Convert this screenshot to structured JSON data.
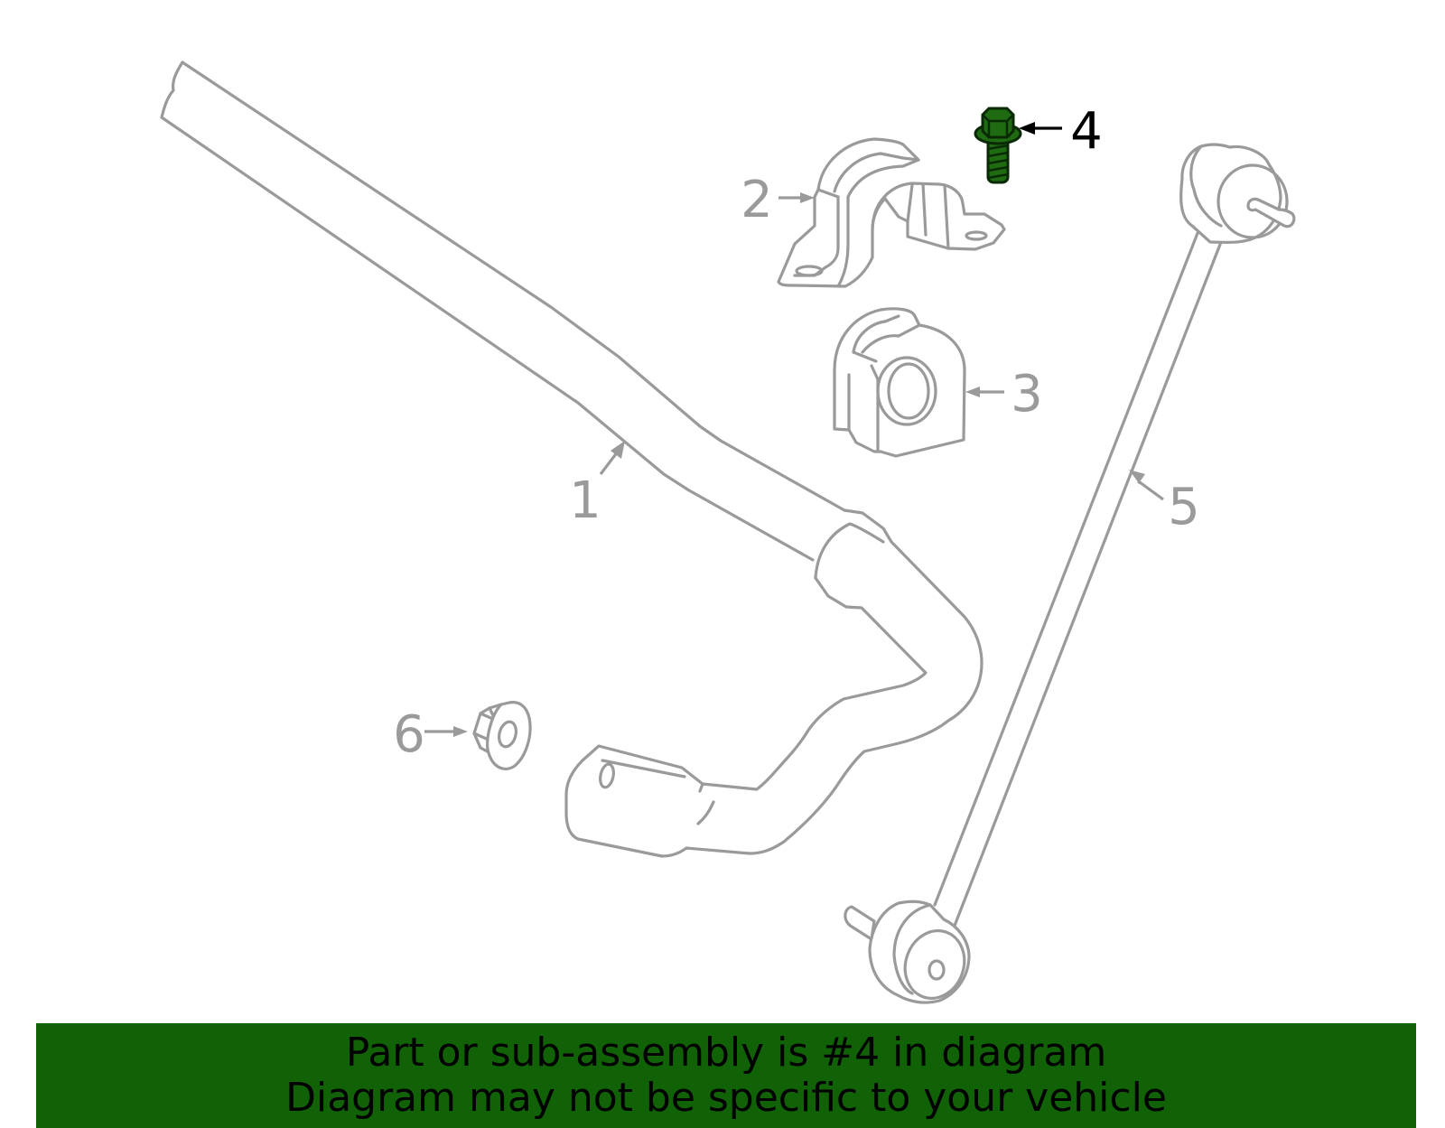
{
  "callouts": {
    "c1": "1",
    "c2": "2",
    "c3": "3",
    "c4": "4",
    "c5": "5",
    "c6": "6"
  },
  "highlighted_part": "4",
  "colors": {
    "line_art": "#9a9a9a",
    "highlight_part": "#1e6b12",
    "banner_background": "#116106",
    "highlight_label": "#000000"
  },
  "footer": {
    "line1": "Part or sub-assembly is #4 in diagram",
    "line2": "Diagram may not be specific to your vehicle"
  }
}
